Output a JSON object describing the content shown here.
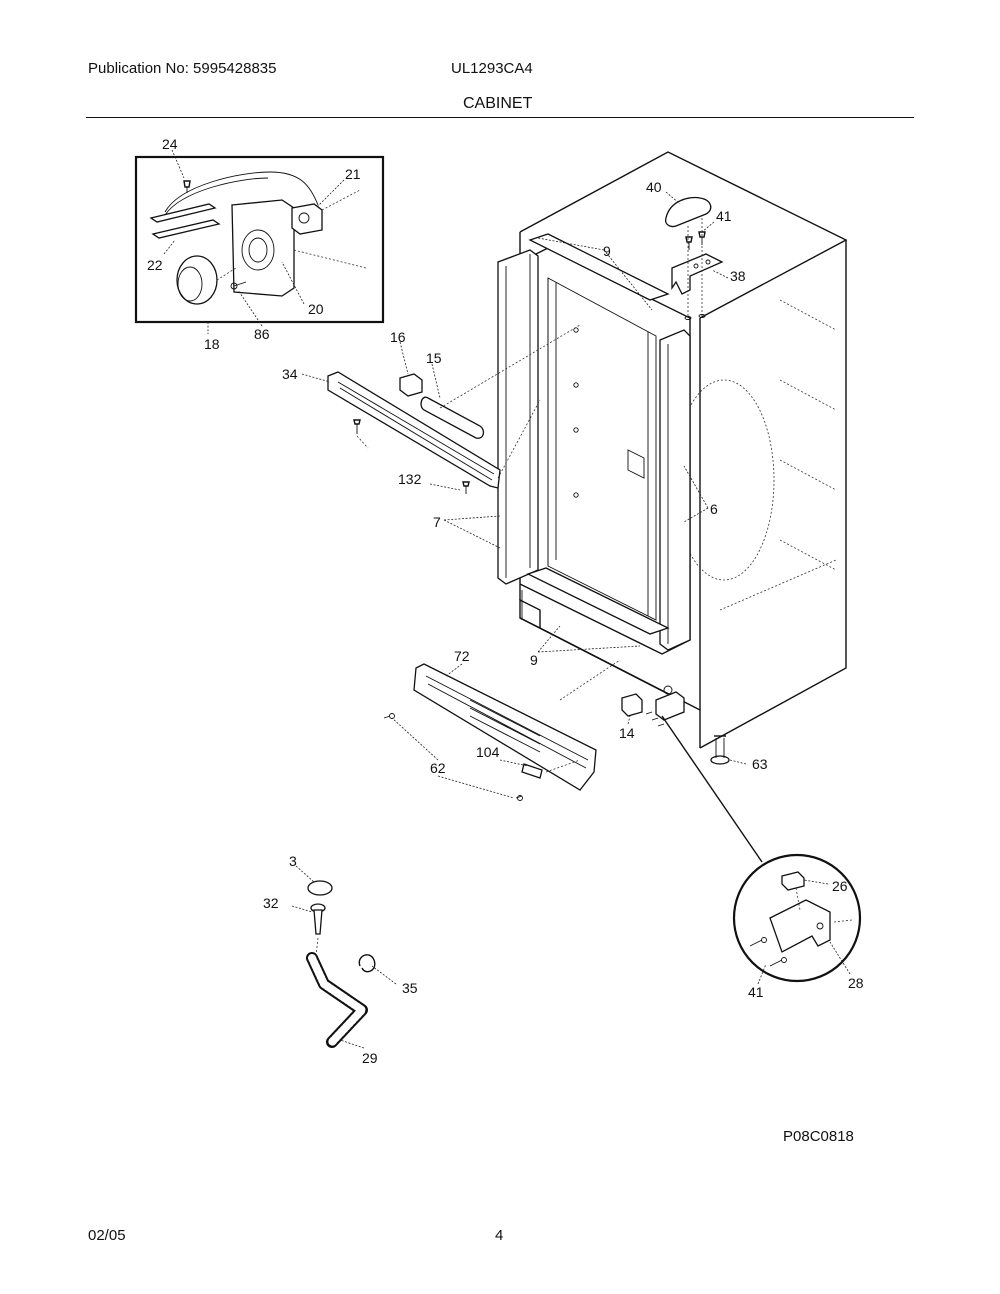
{
  "header": {
    "publication": "Publication No: 5995428835",
    "model": "UL1293CA4",
    "section_title": "CABINET"
  },
  "footer": {
    "diagram_code": "P08C0818",
    "date": "02/05",
    "page_number": "4"
  },
  "callouts": {
    "c24": "24",
    "c21": "21",
    "c22": "22",
    "c20": "20",
    "c86": "86",
    "c18": "18",
    "c16": "16",
    "c15": "15",
    "c34": "34",
    "c132": "132",
    "c7": "7",
    "c9a": "9",
    "c9b": "9",
    "c6": "6",
    "c40": "40",
    "c41a": "41",
    "c38": "38",
    "c72": "72",
    "c104": "104",
    "c62": "62",
    "c14": "14",
    "c63": "63",
    "c3": "3",
    "c32": "32",
    "c35": "35",
    "c29": "29",
    "c26": "26",
    "c28": "28",
    "c41b": "41"
  }
}
